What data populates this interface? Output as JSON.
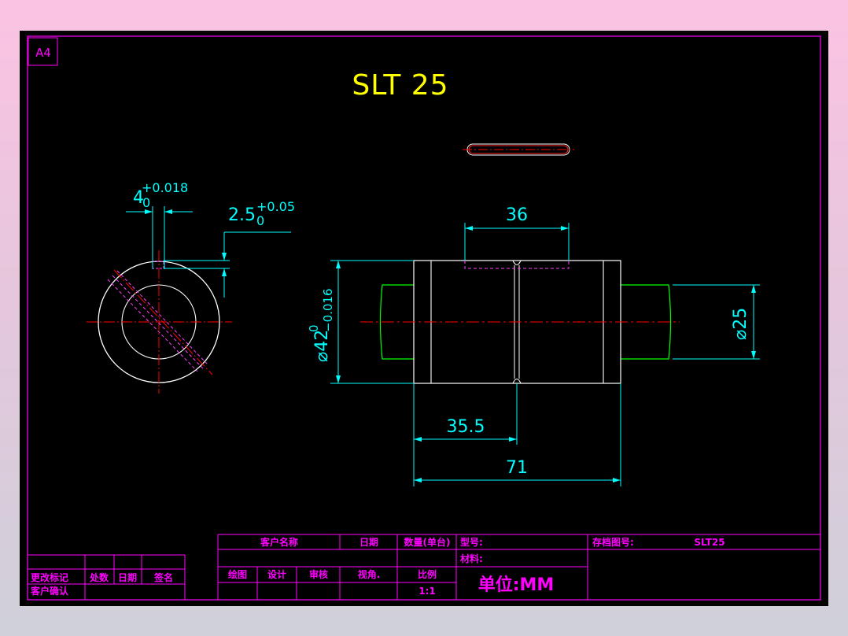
{
  "sheet": {
    "size_label": "A4",
    "title": "SLT 25"
  },
  "dimensions": {
    "keyway_width": "4",
    "keyway_width_tol_upper": "+0.018",
    "keyway_width_tol_lower": "0",
    "keyway_depth": "2.5",
    "keyway_depth_tol_upper": "+0.05",
    "keyway_depth_tol_lower": "0",
    "keyway_length": "36",
    "outer_diameter": "⌀42",
    "outer_diameter_tol_upper": "0",
    "outer_diameter_tol_lower": "−0.016",
    "inner_diameter": "⌀25",
    "half_length": "35.5",
    "total_length": "71"
  },
  "revision_block": {
    "change_mark": "更改标记",
    "count": "处数",
    "date": "日期",
    "signature": "签名",
    "customer_confirm": "客户确认"
  },
  "title_block": {
    "customer_name": "客户名称",
    "date": "日期",
    "quantity": "数量(单台)",
    "model": "型号:",
    "archive_no_label": "存档图号:",
    "archive_no": "SLT25",
    "material": "材料:",
    "drawn": "绘图",
    "design": "设计",
    "review": "审核",
    "view_angle": "视角.",
    "scale_label": "比例",
    "scale": "1:1",
    "unit": "单位:MM"
  },
  "colors": {
    "background": "#000000",
    "frame": "#ff00ff",
    "dimension": "#00ffff",
    "outline": "#ffffff",
    "centerline": "#ff0000",
    "title": "#ffff00",
    "shaft": "#00ff00"
  }
}
